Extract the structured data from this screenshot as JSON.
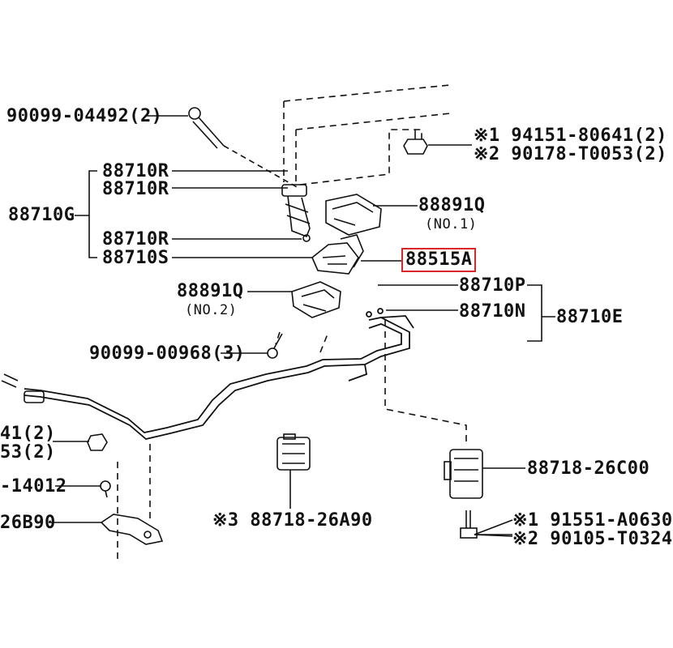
{
  "labels": {
    "bolt_top": "90099-04492(2)",
    "nut_r1_a": "※1 94151-80641(2)",
    "nut_r1_b": "※2 90178-T0053(2)",
    "r1": "88710R",
    "r2": "88710R",
    "r3": "88710R",
    "s": "88710S",
    "g": "88710G",
    "q1": "88891Q",
    "q1_sub": "(NO.1)",
    "a": "88515A",
    "q2": "88891Q",
    "q2_sub": "(NO.2)",
    "p": "88710P",
    "n": "88710N",
    "e": "88710E",
    "bolt_mid": "90099-00968(3)",
    "left_a": "41(2)",
    "left_b": "53(2)",
    "left_c": "-14012",
    "left_d": "26B90",
    "clamp_center": "※3 88718-26A90",
    "clamp_right": "88718-26C00",
    "bolt_br_a": "※1 91551-A0630",
    "bolt_br_b": "※2 90105-T0324"
  },
  "colors": {
    "line": "#111111",
    "highlight": "#d8262a"
  }
}
